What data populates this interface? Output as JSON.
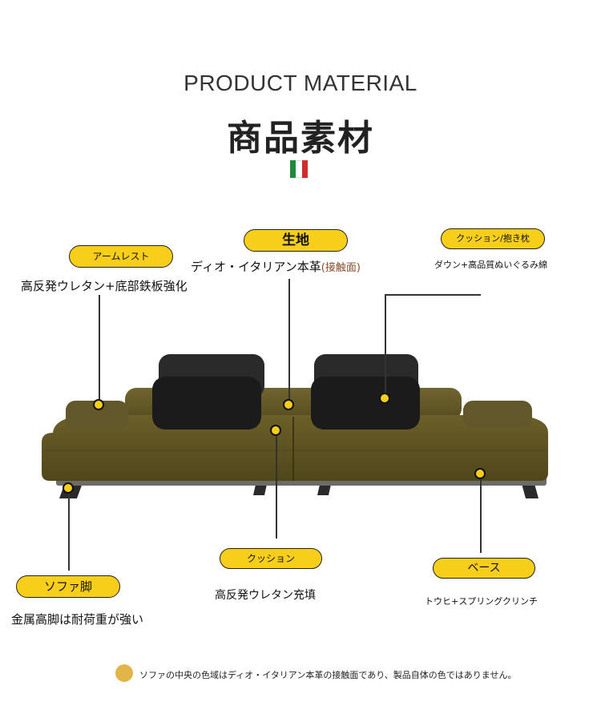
{
  "header": {
    "title_en": "PRODUCT MATERIAL",
    "title_jp": "商品素材"
  },
  "flag_colors": [
    "#1f8a3a",
    "#ffffff",
    "#d22b2b"
  ],
  "labels": {
    "armrest": {
      "title": "アームレスト",
      "desc": "高反発ウレタン+底部鉄板強化"
    },
    "fabric": {
      "title": "生地",
      "desc": "ディオ・イタリアン本革",
      "desc_accent": "(接触面)"
    },
    "cushion_pillow": {
      "title": "クッション/抱き枕",
      "desc": "ダウン+高品質ぬいぐるみ綿"
    },
    "legs": {
      "title": "ソファ脚",
      "desc": "金属高脚は耐荷重が強い"
    },
    "cushion": {
      "title": "クッション",
      "desc": "高反発ウレタン充填"
    },
    "base": {
      "title": "ベース",
      "desc": "トウヒ+スプリングクリンチ"
    }
  },
  "note": "ソファの中央の色域はディオ・イタリアン本革の接触面であり、製品自体の色ではありません。",
  "colors": {
    "pill": "#f7cf1a",
    "sofa_leather": "#5e5322",
    "pillow": "#1b1b1b",
    "note_dot": "#e2b54a"
  }
}
